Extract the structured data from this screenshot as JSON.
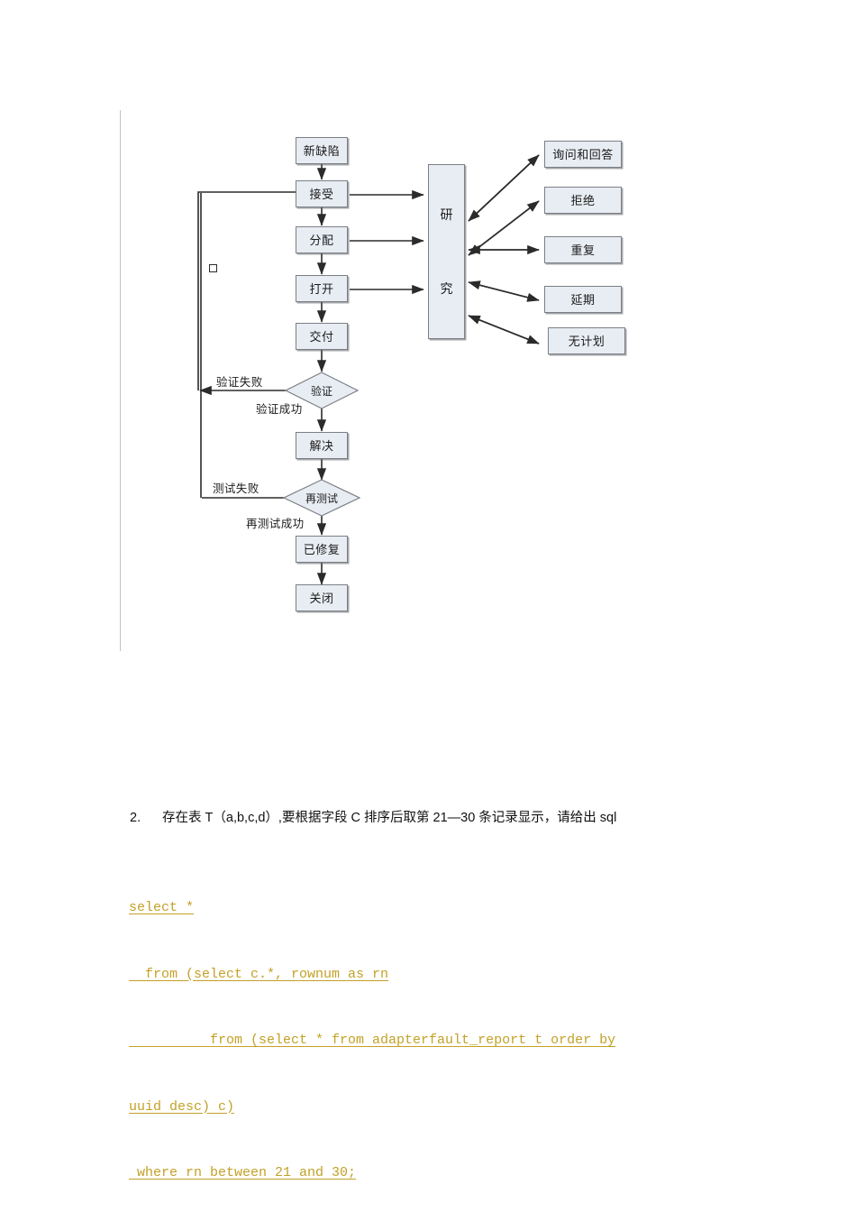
{
  "page": {
    "background": "#ffffff",
    "left_rule_color": "#bfc3c7"
  },
  "flowchart": {
    "title_present": false,
    "node_fill": "#e8edf3",
    "node_border": "#7b7f85",
    "main_column": [
      {
        "id": "new-defect",
        "label": "新缺陷"
      },
      {
        "id": "accept",
        "label": "接受"
      },
      {
        "id": "assign",
        "label": "分配"
      },
      {
        "id": "open",
        "label": "打开"
      },
      {
        "id": "deliver",
        "label": "交付"
      }
    ],
    "diamonds": [
      {
        "id": "verify",
        "label": "验证"
      },
      {
        "id": "retest",
        "label": "再测试"
      }
    ],
    "lower_column": [
      {
        "id": "resolve",
        "label": "解决"
      },
      {
        "id": "fixed",
        "label": "已修复"
      },
      {
        "id": "closed",
        "label": "关闭"
      }
    ],
    "research_box": {
      "id": "research",
      "chars": [
        "研",
        "究"
      ],
      "char_top": "研",
      "char_bottom": "究"
    },
    "outcomes": [
      {
        "id": "inquiry-and-answer",
        "label": "询问和回答"
      },
      {
        "id": "reject",
        "label": "拒绝"
      },
      {
        "id": "duplicate",
        "label": "重复"
      },
      {
        "id": "postpone",
        "label": "延期"
      },
      {
        "id": "unplanned",
        "label": "无计划"
      }
    ],
    "edge_labels": [
      {
        "id": "verify-fail",
        "label": "验证失败"
      },
      {
        "id": "verify-success",
        "label": "验证成功"
      },
      {
        "id": "test-fail",
        "label": "测试失败"
      },
      {
        "id": "retest-success",
        "label": "再测试成功"
      }
    ],
    "missing_glyph": "□"
  },
  "question": {
    "number": "2.",
    "text": "存在表 T（a,b,c,d）,要根据字段 C 排序后取第 21—30 条记录显示，请给出 sql"
  },
  "sql": {
    "color": "#c3a127",
    "lines": [
      "select *",
      "  from (select c.*, rownum as rn",
      "          from (select * from adapterfault_report t order by",
      "uuid desc) c)",
      " where rn between 21 and 30;"
    ],
    "full_text": "select *\n  from (select c.*, rownum as rn\n          from (select * from adapterfault_report t order by\nuuid desc) c)\n where rn between 21 and 30;"
  }
}
